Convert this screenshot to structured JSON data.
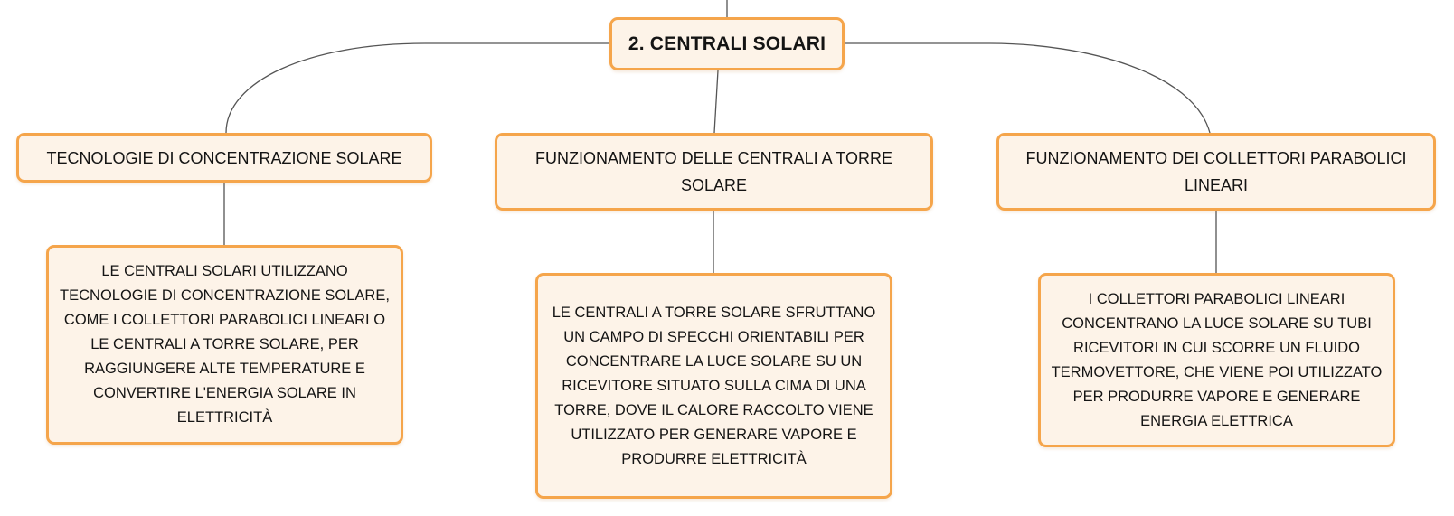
{
  "diagram": {
    "root": {
      "label": "2. CENTRALI SOLARI"
    },
    "topics": [
      {
        "label": "TECNOLOGIE DI CONCENTRAZIONE SOLARE",
        "detail": "LE CENTRALI SOLARI UTILIZZANO TECNOLOGIE DI CONCENTRAZIONE SOLARE, COME I COLLETTORI PARABOLICI LINEARI O LE CENTRALI A TORRE SOLARE, PER RAGGIUNGERE ALTE TEMPERATURE E CONVERTIRE L'ENERGIA SOLARE IN ELETTRICITÀ"
      },
      {
        "label": "FUNZIONAMENTO DELLE CENTRALI A TORRE SOLARE",
        "detail": "LE CENTRALI A TORRE SOLARE SFRUTTANO UN CAMPO DI SPECCHI ORIENTABILI PER CONCENTRARE LA LUCE SOLARE SU UN RICEVITORE SITUATO SULLA CIMA DI UNA TORRE, DOVE IL CALORE RACCOLTO VIENE UTILIZZATO PER GENERARE VAPORE E PRODURRE ELETTRICITÀ"
      },
      {
        "label": "FUNZIONAMENTO DEI COLLETTORI PARABOLICI LINEARI",
        "detail": "I COLLETTORI PARABOLICI LINEARI CONCENTRANO LA LUCE SOLARE SU TUBI RICEVITORI IN CUI SCORRE UN FLUIDO TERMOVETTORE, CHE VIENE POI UTILIZZATO PER PRODURRE VAPORE E GENERARE ENERGIA ELETTRICA"
      }
    ]
  },
  "colors": {
    "node_border": "#f5a54b",
    "node_fill": "#fdf3e8",
    "connector": "#555555"
  }
}
